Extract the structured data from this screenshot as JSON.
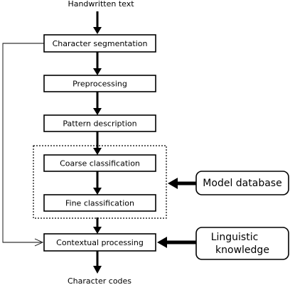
{
  "diagram": {
    "input_label": "Handwritten text",
    "output_label": "Character codes",
    "steps": [
      "Character segmentation",
      "Preprocessing",
      "Pattern description",
      "Coarse classification",
      "Fine classification",
      "Contextual processing"
    ],
    "model_database": "Model database",
    "linguistic_knowledge": [
      "Linguistic",
      "knowledge"
    ]
  },
  "colors": {
    "stroke": "#000000",
    "background": "#ffffff"
  }
}
